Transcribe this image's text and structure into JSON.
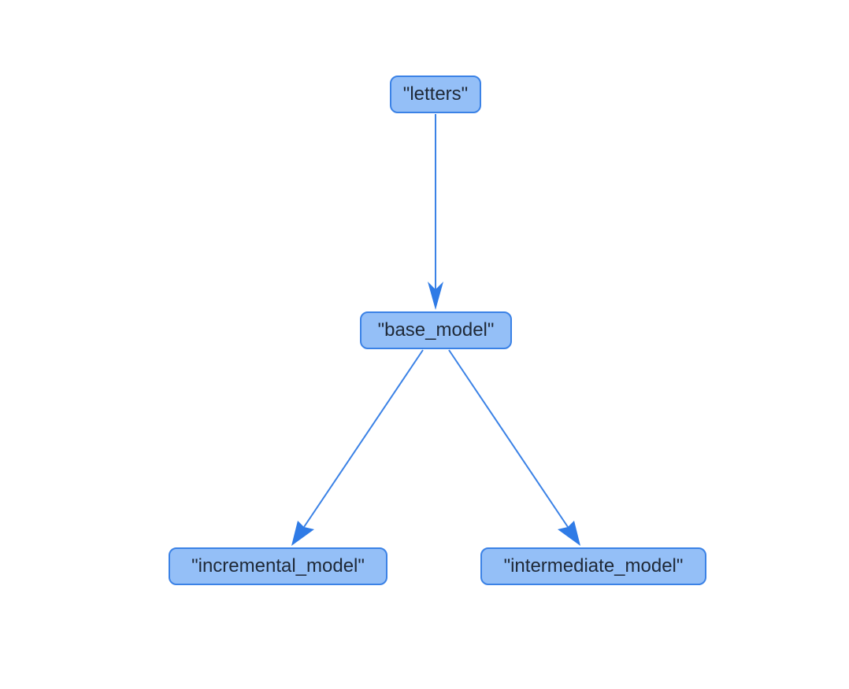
{
  "nodes": {
    "letters": "\"letters\"",
    "base_model": "\"base_model\"",
    "incremental_model": "\"incremental_model\"",
    "intermediate_model": "\"intermediate_model\""
  },
  "edges": [
    {
      "from": "letters",
      "to": "base_model"
    },
    {
      "from": "base_model",
      "to": "incremental_model"
    },
    {
      "from": "base_model",
      "to": "intermediate_model"
    }
  ],
  "colors": {
    "node_fill": "#94bff7",
    "node_border": "#3b82e6",
    "edge": "#3b82e6",
    "text": "#1f2937"
  }
}
